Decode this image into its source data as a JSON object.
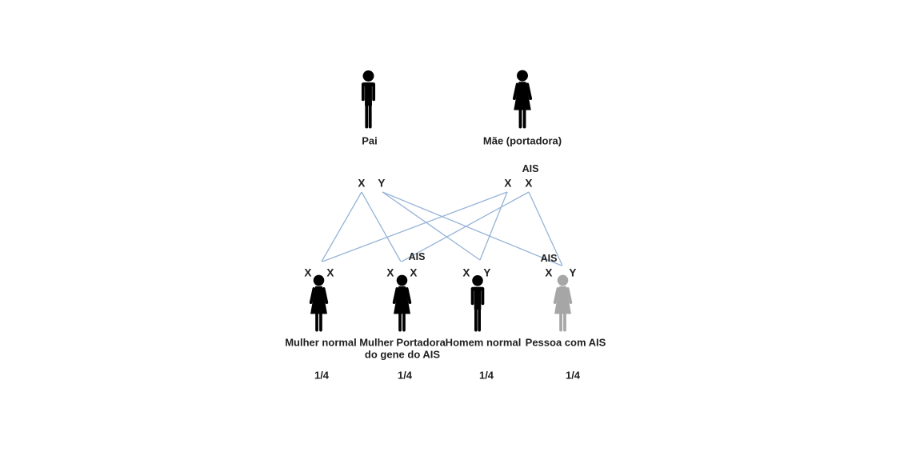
{
  "parents": {
    "father": {
      "name": "Pai",
      "chrom1": "X",
      "chrom2": "Y"
    },
    "mother": {
      "name": "Mãe (portadora)",
      "gene": "AIS",
      "chrom1": "X",
      "chrom2": "X"
    }
  },
  "children": [
    {
      "chrom1": "X",
      "chrom2": "X",
      "line1": "Mulher normal",
      "fraction": "1/4"
    },
    {
      "chrom1": "X",
      "chrom2": "X",
      "gene": "AIS",
      "line1": "Mulher Portadora",
      "line2": "do gene do AIS",
      "fraction": "1/4"
    },
    {
      "chrom1": "X",
      "chrom2": "Y",
      "line1": "Homem normal",
      "fraction": "1/4"
    },
    {
      "chrom1": "X",
      "chrom2": "Y",
      "gene": "AIS",
      "line1": "Pessoa com AIS",
      "fraction": "1/4"
    }
  ],
  "colors": {
    "figure": "#000000",
    "figure_affected": "#a6a6a6",
    "line": "#95b3d7",
    "text": "#1f1f1f"
  }
}
